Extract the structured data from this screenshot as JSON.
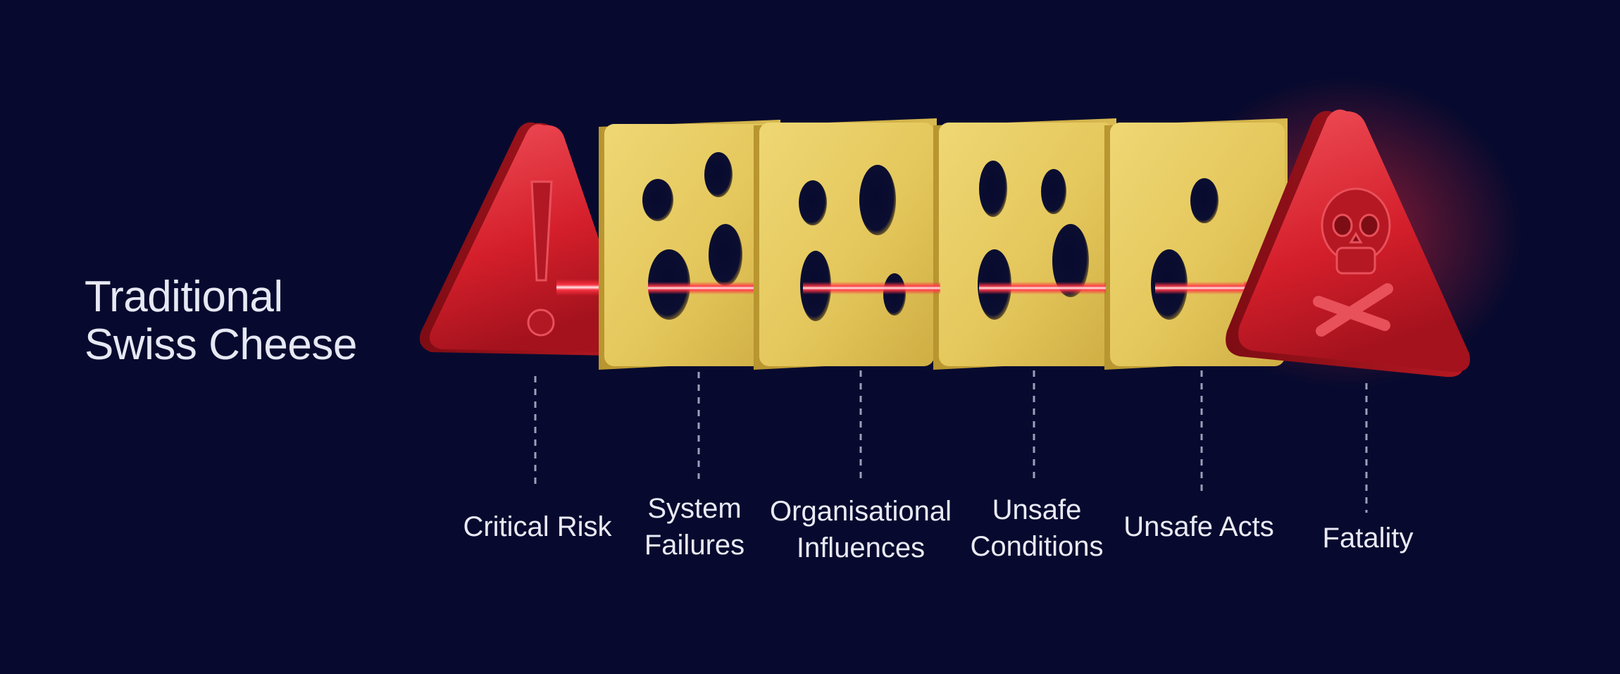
{
  "title": {
    "line1": "Traditional",
    "line2": "Swiss Cheese"
  },
  "stages": [
    {
      "id": "critical-risk",
      "lines": [
        "Critical Risk"
      ]
    },
    {
      "id": "system-failures",
      "lines": [
        "System",
        "Failures"
      ]
    },
    {
      "id": "organisational-influences",
      "lines": [
        "Organisational",
        "Influences"
      ]
    },
    {
      "id": "unsafe-conditions",
      "lines": [
        "Unsafe",
        "Conditions"
      ]
    },
    {
      "id": "unsafe-acts",
      "lines": [
        "Unsafe Acts"
      ]
    },
    {
      "id": "fatality",
      "lines": [
        "Fatality"
      ]
    }
  ],
  "icons": {
    "start": "exclamation-warning-icon",
    "end": "skull-crossbones-icon"
  },
  "colors": {
    "background": "#070a2e",
    "cheese": "#e6cc62",
    "warning_red": "#d8202c",
    "laser": "#ff2b3a",
    "text": "#e9eaf5",
    "connector": "#9aa0b8"
  }
}
